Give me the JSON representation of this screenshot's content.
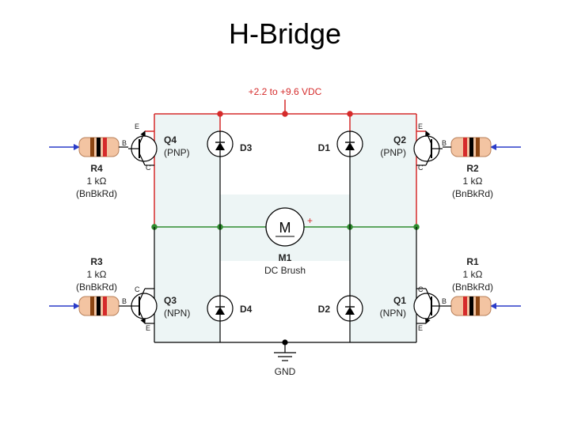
{
  "title": "H-Bridge",
  "supply_label": "+2.2 to +9.6 VDC",
  "ground_label": "GND",
  "motor": {
    "symbol": "M",
    "polarity": "+",
    "ref": "M1",
    "type": "DC Brush"
  },
  "transistors": {
    "q4": {
      "ref": "Q4",
      "type": "(PNP)"
    },
    "q2": {
      "ref": "Q2",
      "type": "(PNP)"
    },
    "q3": {
      "ref": "Q3",
      "type": "(NPN)"
    },
    "q1": {
      "ref": "Q1",
      "type": "(NPN)"
    }
  },
  "diodes": {
    "d3": "D3",
    "d1": "D1",
    "d4": "D4",
    "d2": "D2"
  },
  "resistors": {
    "r4": {
      "ref": "R4",
      "value": "1 kΩ",
      "code": "(BnBkRd)"
    },
    "r2": {
      "ref": "R2",
      "value": "1 kΩ",
      "code": "(BnBkRd)"
    },
    "r3": {
      "ref": "R3",
      "value": "1 kΩ",
      "code": "(BnBkRd)"
    },
    "r1": {
      "ref": "R1",
      "value": "1 kΩ",
      "code": "(BnBkRd)"
    }
  },
  "pins": {
    "base": "B",
    "collector": "C",
    "emitter": "E"
  },
  "colors": {
    "supply_rail": "#d52b2b",
    "motor_rail": "#2e8b2e",
    "input_arrow": "#2a3cc8",
    "panel_fill": "#edf5f5",
    "resistor_body": "#f3c4a2"
  }
}
